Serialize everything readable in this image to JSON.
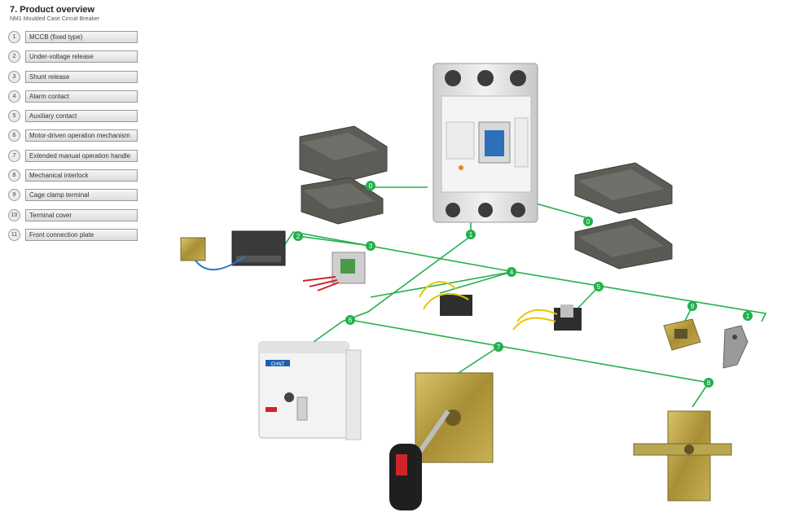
{
  "header": {
    "title": "7. Product overview",
    "subtitle": "NM1 Moulded Case Circuit Breaker"
  },
  "legend": [
    {
      "num": "1",
      "label": "MCCB (fixed type)"
    },
    {
      "num": "2",
      "label": "Under-voltage release"
    },
    {
      "num": "3",
      "label": "Shunt release"
    },
    {
      "num": "4",
      "label": "Alarm contact"
    },
    {
      "num": "5",
      "label": "Auxiliary contact"
    },
    {
      "num": "6",
      "label": "Motor-driven operation mechanism"
    },
    {
      "num": "7",
      "label": "Extended manual operation handle"
    },
    {
      "num": "8",
      "label": "Mechanical interlock"
    },
    {
      "num": "9",
      "label": "Cage clamp terminal"
    },
    {
      "num": "10",
      "label": "Terminal cover"
    },
    {
      "num": "11",
      "label": "Front connection plate"
    }
  ],
  "markers": {
    "m_cover_left": "0",
    "m_cover_right": "0",
    "m_mccb": "1",
    "m_uv": "2",
    "m_shunt": "3",
    "m_alarm": "4",
    "m_aux": "5",
    "m_motor": "6",
    "m_handle": "7",
    "m_interlock": "8",
    "m_cage": "9",
    "m_plate": "1"
  },
  "device_labels": {
    "brand": "CHNT"
  },
  "colors": {
    "connector": "#22b04b",
    "breaker_body": "#e8e8e8",
    "cover": "#5a5a55",
    "handle_red": "#d2232a",
    "plate_metal": "#b8a24a"
  }
}
